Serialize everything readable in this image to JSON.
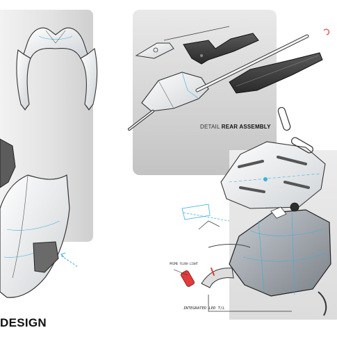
{
  "captions": {
    "detail_prefix": "DETAIL",
    "detail_strong": "REAR ASSEMBLY"
  },
  "title": "DESIGN",
  "annotations": {
    "note_small": "PRIME FLUSH LIGHT",
    "note_integrated": "INTEGRATED LED T/L"
  },
  "colors": {
    "accent_cyan": "#3ab0dc",
    "accent_red": "#e23b3b",
    "panel_gray": "#d9d9d9",
    "part_dark": "#3d3d3d"
  }
}
